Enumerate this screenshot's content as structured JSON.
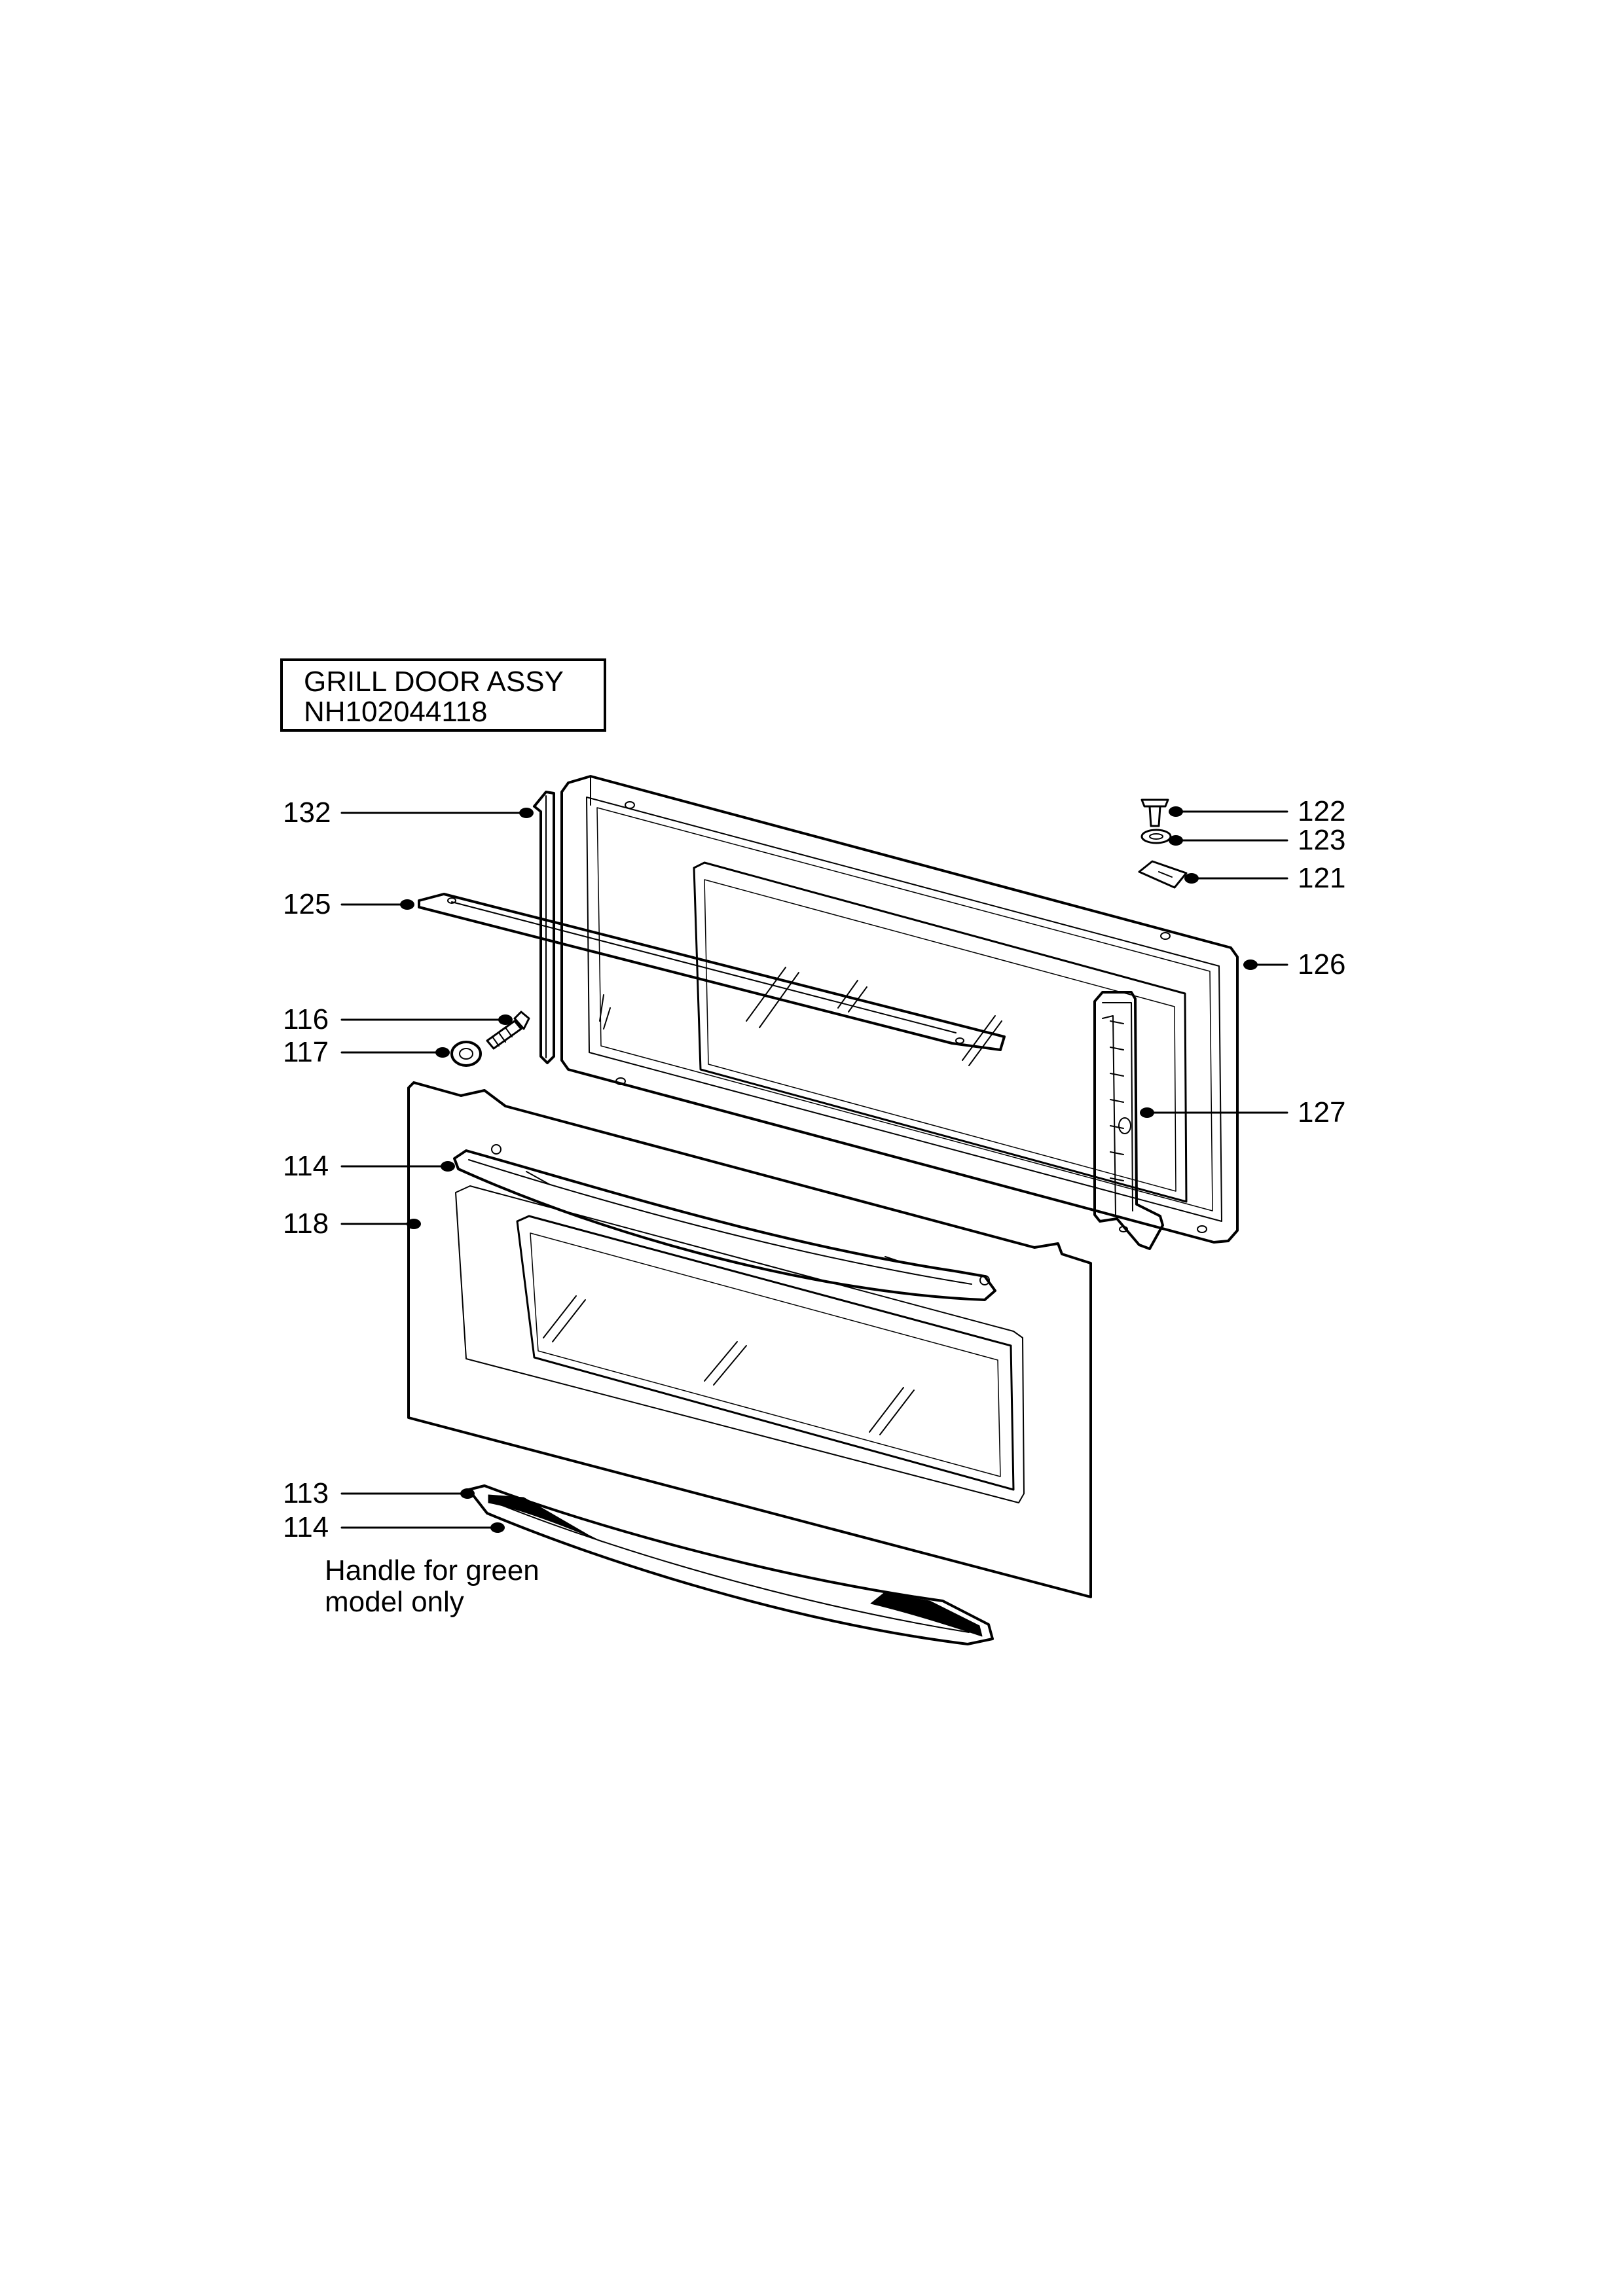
{
  "title": {
    "line1": "GRILL DOOR ASSY",
    "line2": "NH102044118"
  },
  "callouts": {
    "c132": "132",
    "c125": "125",
    "c116": "116",
    "c117": "117",
    "c114a": "114",
    "c118": "118",
    "c113": "113",
    "c114b": "114",
    "c122": "122",
    "c123": "123",
    "c121": "121",
    "c126": "126",
    "c127": "127"
  },
  "note": {
    "line1": "Handle for green",
    "line2": "model only"
  }
}
